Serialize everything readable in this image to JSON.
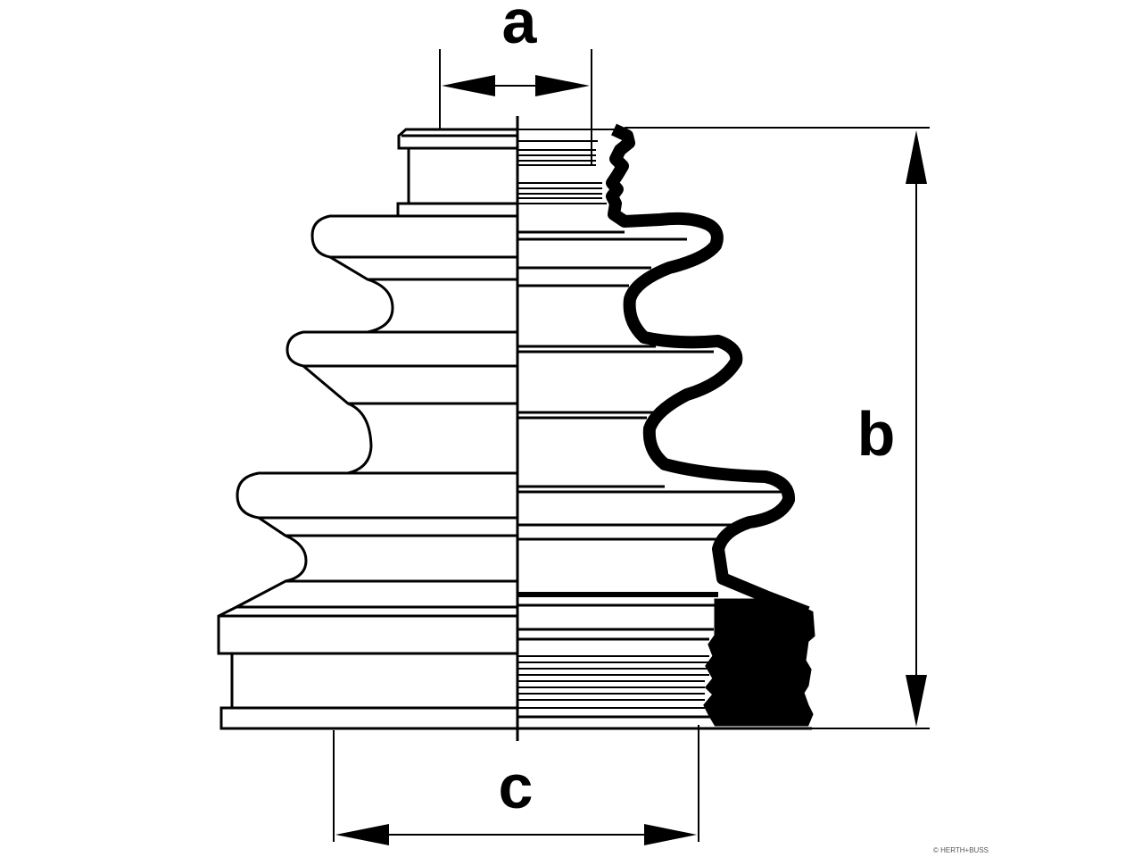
{
  "labels": {
    "a": "a",
    "b": "b",
    "c": "c"
  },
  "credit": "© HERTH+BUSS",
  "colors": {
    "line": "#000000",
    "background": "#ffffff"
  }
}
